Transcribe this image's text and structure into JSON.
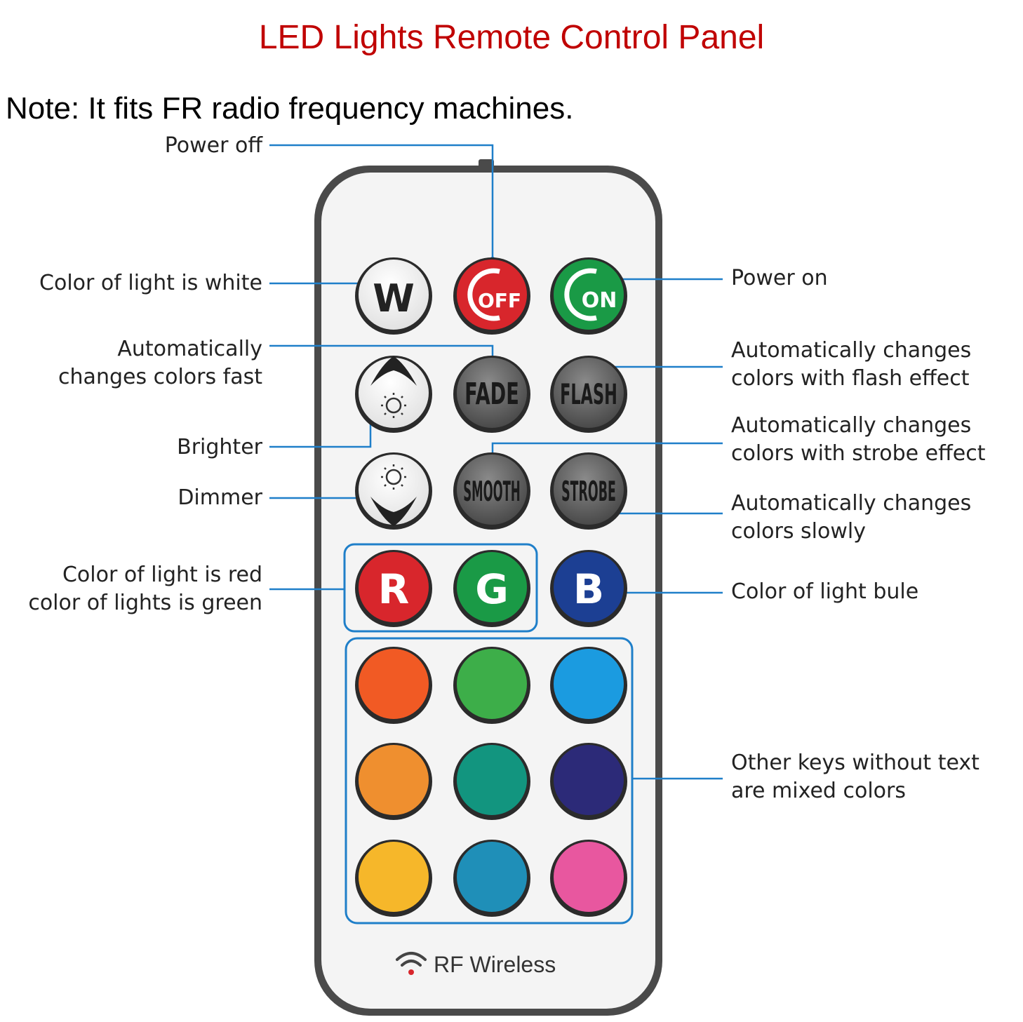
{
  "title": "LED Lights Remote Control Panel",
  "note": "Note: It fits FR radio frequency machines.",
  "labels": {
    "power_off": "Power off",
    "white": "Color of light is white",
    "fast_1": "Automatically",
    "fast_2": "changes colors fast",
    "brighter": "Brighter",
    "dimmer": "Dimmer",
    "red": "Color of light is red",
    "green": "color of lights is green",
    "power_on": "Power on",
    "flash_1": "Automatically changes",
    "flash_2": "colors with flash effect",
    "strobe_1": "Automatically changes",
    "strobe_2": "colors with strobe effect",
    "slow_1": "Automatically changes",
    "slow_2": "colors slowly",
    "blue": "Color of light bule",
    "mixed_1": "Other keys without text",
    "mixed_2": "are mixed colors"
  },
  "buttons": {
    "w": "W",
    "off": "OFF",
    "on": "ON",
    "fade": "FADE",
    "flash": "FLASH",
    "smooth": "SMOOTH",
    "strobe": "STROBE",
    "r": "R",
    "g": "G",
    "b": "B"
  },
  "footer": {
    "brand": "RF Wireless",
    "icon": "wifi-icon"
  },
  "colors": {
    "title": "#c00000",
    "callout": "#1f7fc9",
    "red_button": "#d8262c",
    "green_button": "#1a9a46",
    "blue_button": "#1c3f93",
    "gray_button": "#6a6a6a",
    "color_keys": [
      "#f15a24",
      "#3dae49",
      "#1b9be0",
      "#ef8f2f",
      "#12957f",
      "#2c2a78",
      "#f6b72a",
      "#1f8fb8",
      "#e8579f"
    ]
  }
}
